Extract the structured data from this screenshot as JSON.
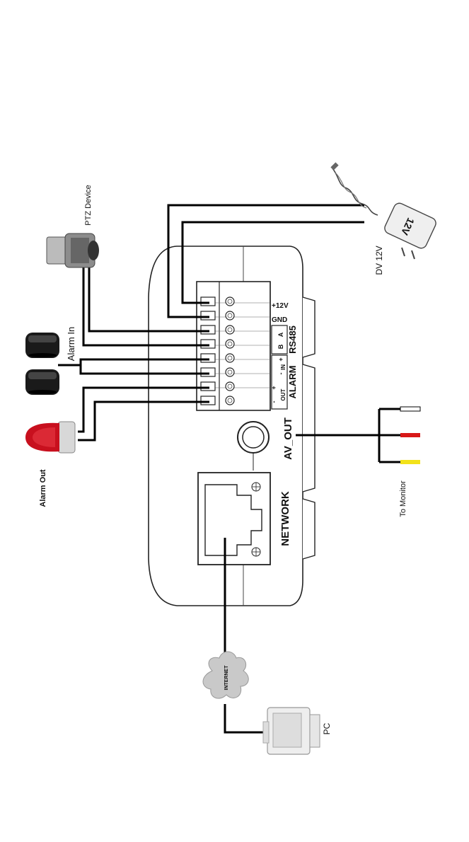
{
  "labels": {
    "ptz_device": "PTZ Device",
    "power_adapter": "DV 12V",
    "adapter_print": "12V",
    "alarm_in": "Alarm In",
    "alarm_out": "Alarm Out",
    "to_monitor": "To Monitor",
    "pc": "PC",
    "internet": "INTERNET",
    "network": "NETWORK",
    "av_out": "AV_OUT",
    "plus_12v": "+12V",
    "gnd": "GND",
    "rs485": "RS485",
    "rs485_a": "A",
    "rs485_b": "B",
    "alarm": "ALARM",
    "alarm_in_short": "IN",
    "alarm_out_short": "OUT",
    "plus": "+",
    "minus": "-"
  },
  "colors": {
    "wire": "#000000",
    "alarm_light": "#c8101e",
    "monitor_white": "#ffffff",
    "monitor_red": "#d81818",
    "monitor_yellow": "#f2e21a"
  }
}
